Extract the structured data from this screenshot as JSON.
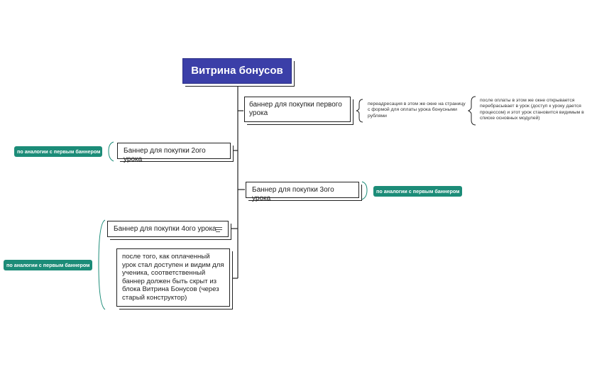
{
  "root": {
    "title": "Витрина бонусов"
  },
  "nodes": {
    "first_banner": {
      "label": "баннер для покупки первого урока"
    },
    "redirect_note": {
      "label": "переадресация в этом же окне на страницу с формой для оплаты урока бонусными рублями"
    },
    "after_payment_note": {
      "label": "после оплаты в этом же окне открывается перебрасывает в урок (доступ к уроку дается процессом) и этот урок становится видимым в списке основных модулей)"
    },
    "second_banner": {
      "label": "Баннер для покупки 2ого урока"
    },
    "third_banner": {
      "label": "Баннер для покупки 3ого урока"
    },
    "fourth_banner": {
      "label": "Баннер для покупки 4ого урока",
      "icon": "notes-icon"
    },
    "hide_note": {
      "label": "после того, как оплаченный урок стал доступен и видим для ученика, соответственный баннер  должен быть скрыт из блока Витрина Бонусов (через старый конструктор)"
    }
  },
  "pills": {
    "second": {
      "label": "по аналогии с первым баннером"
    },
    "third": {
      "label": "по аналогии с первым баннером"
    },
    "fourth": {
      "label": "по аналогии с первым баннером"
    }
  },
  "colors": {
    "root_fill": "#3b3fa8",
    "pill_fill": "#1c8c78",
    "pill_bracket": "#1c8c78",
    "line": "#222222"
  }
}
